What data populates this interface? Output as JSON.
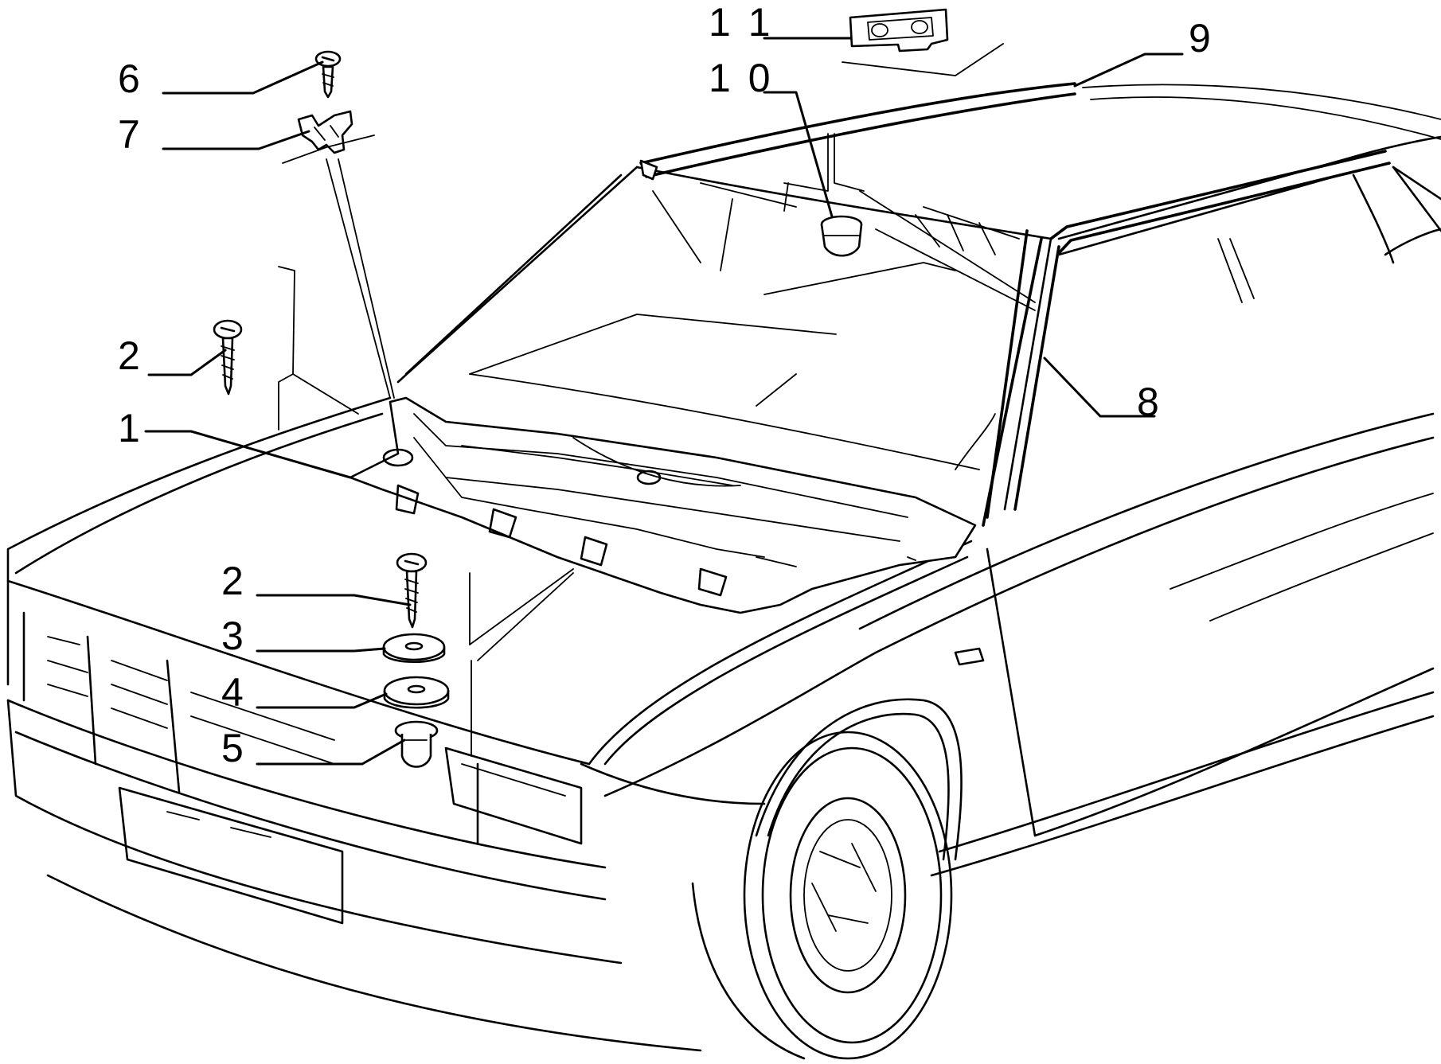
{
  "callouts": {
    "c1": "1",
    "c2a": "2",
    "c2b": "2",
    "c3": "3",
    "c4": "4",
    "c5": "5",
    "c6": "6",
    "c7": "7",
    "c8": "8",
    "c9": "9",
    "c10": "1 0",
    "c11": "1 1"
  }
}
